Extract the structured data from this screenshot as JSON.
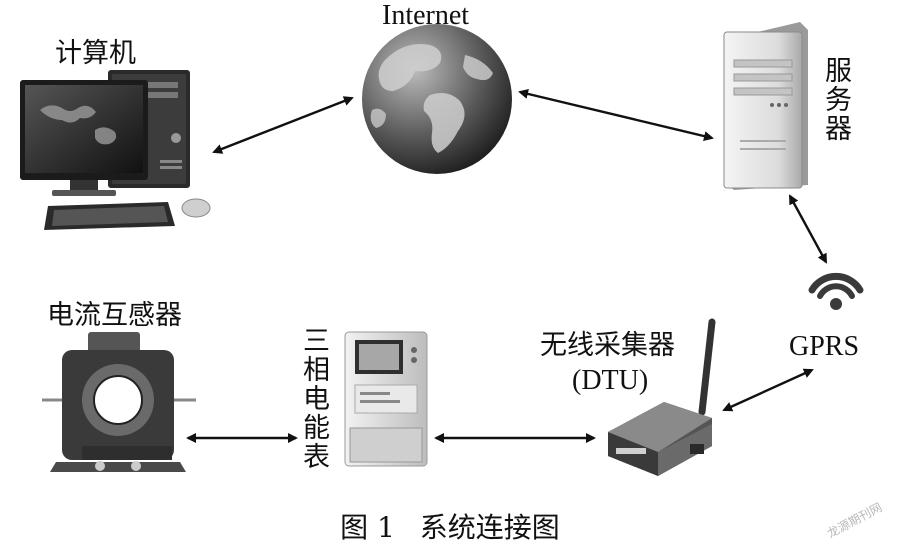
{
  "labels": {
    "computer": "计算机",
    "internet": "Internet",
    "server": "服务器",
    "gprs": "GPRS",
    "ct": "电流互感器",
    "meter": "三相电能表",
    "dtu_line1": "无线采集器",
    "dtu_line2": "(DTU)"
  },
  "caption": {
    "figure_no": "图 1",
    "title": "系统连接图"
  },
  "watermark": "龙源期刊网",
  "colors": {
    "arrow": "#111111",
    "globe_ocean": "#6a6a6a",
    "globe_land": "#d9d9d9",
    "server_body": "#e6e6e6",
    "ct_body": "#3a3a3a",
    "meter_body": "#dcdcdc",
    "dtu_body": "#4a4a4a"
  },
  "icons": [
    "computer-icon",
    "globe-icon",
    "server-icon",
    "wireless-signal-icon",
    "current-transformer-icon",
    "energy-meter-icon",
    "dtu-device-icon"
  ]
}
